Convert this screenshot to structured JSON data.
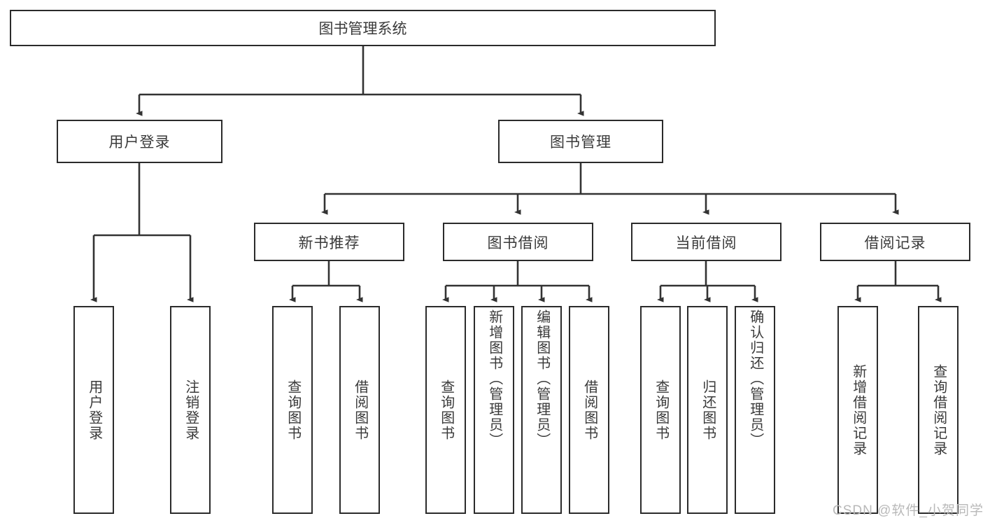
{
  "diagram": {
    "title": "图书管理系统",
    "watermark": "CSDN @软件_小贺同学",
    "colors": {
      "box_border": "#2b2b2b",
      "text": "#3a3a3a",
      "line": "#333333",
      "background": "#ffffff",
      "watermark": "#b9b9b9"
    },
    "root": {
      "label": "图书管理系统"
    },
    "level2": [
      {
        "id": "user-login",
        "label": "用户登录"
      },
      {
        "id": "book-manage",
        "label": "图书管理"
      }
    ],
    "level3": [
      {
        "id": "new-book-recommend",
        "label": "新书推荐",
        "parent": "book-manage"
      },
      {
        "id": "book-borrow",
        "label": "图书借阅",
        "parent": "book-manage"
      },
      {
        "id": "current-borrow",
        "label": "当前借阅",
        "parent": "book-manage"
      },
      {
        "id": "borrow-record",
        "label": "借阅记录",
        "parent": "book-manage"
      }
    ],
    "leaves": {
      "user-login": [
        {
          "id": "leaf-user-login",
          "label": "用户登录"
        },
        {
          "id": "leaf-user-logout",
          "label": "注销登录"
        }
      ],
      "new-book-recommend": [
        {
          "id": "leaf-query-book-1",
          "label": "查询图书"
        },
        {
          "id": "leaf-borrow-book-1",
          "label": "借阅图书"
        }
      ],
      "book-borrow": [
        {
          "id": "leaf-query-book-2",
          "label": "查询图书"
        },
        {
          "id": "leaf-add-book",
          "label": "新增图书（管理员）"
        },
        {
          "id": "leaf-edit-book",
          "label": "编辑图书（管理员）"
        },
        {
          "id": "leaf-borrow-book-2",
          "label": "借阅图书"
        }
      ],
      "current-borrow": [
        {
          "id": "leaf-query-book-3",
          "label": "查询图书"
        },
        {
          "id": "leaf-return-book",
          "label": "归还图书"
        },
        {
          "id": "leaf-confirm-return",
          "label": "确认归还（管理员）"
        }
      ],
      "borrow-record": [
        {
          "id": "leaf-add-record",
          "label": "新增借阅记录"
        },
        {
          "id": "leaf-query-record",
          "label": "查询借阅记录"
        }
      ]
    }
  }
}
